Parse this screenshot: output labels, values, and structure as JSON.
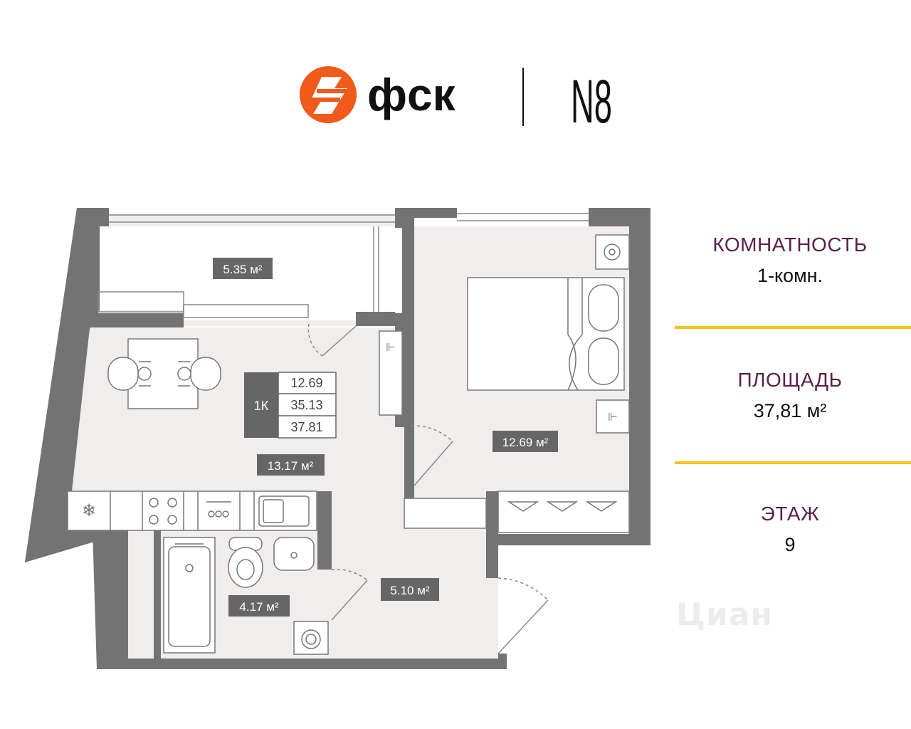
{
  "brand": {
    "developer": "фск",
    "project": "N8",
    "logo_color": "#f05a1a"
  },
  "plan": {
    "rooms": {
      "balcony_area": "5.35 м²",
      "kitchen_area": "13.17 м²",
      "bedroom_area": "12.69 м²",
      "bathroom_area": "4.17 м²",
      "hall_area": "5.10 м²"
    },
    "summary": {
      "type": "1К",
      "living": "12.69",
      "total": "35.13",
      "total_with_balcony": "37.81"
    }
  },
  "info": {
    "rooms_label": "КОМНАТНОСТЬ",
    "rooms_value": "1-комн.",
    "area_label": "ПЛОЩАДЬ",
    "area_value": "37,81 м²",
    "floor_label": "ЭТАЖ",
    "floor_value": "9",
    "label_color": "#5a1f4b",
    "separator_color": "#f2c31a"
  },
  "watermark": "Циан"
}
